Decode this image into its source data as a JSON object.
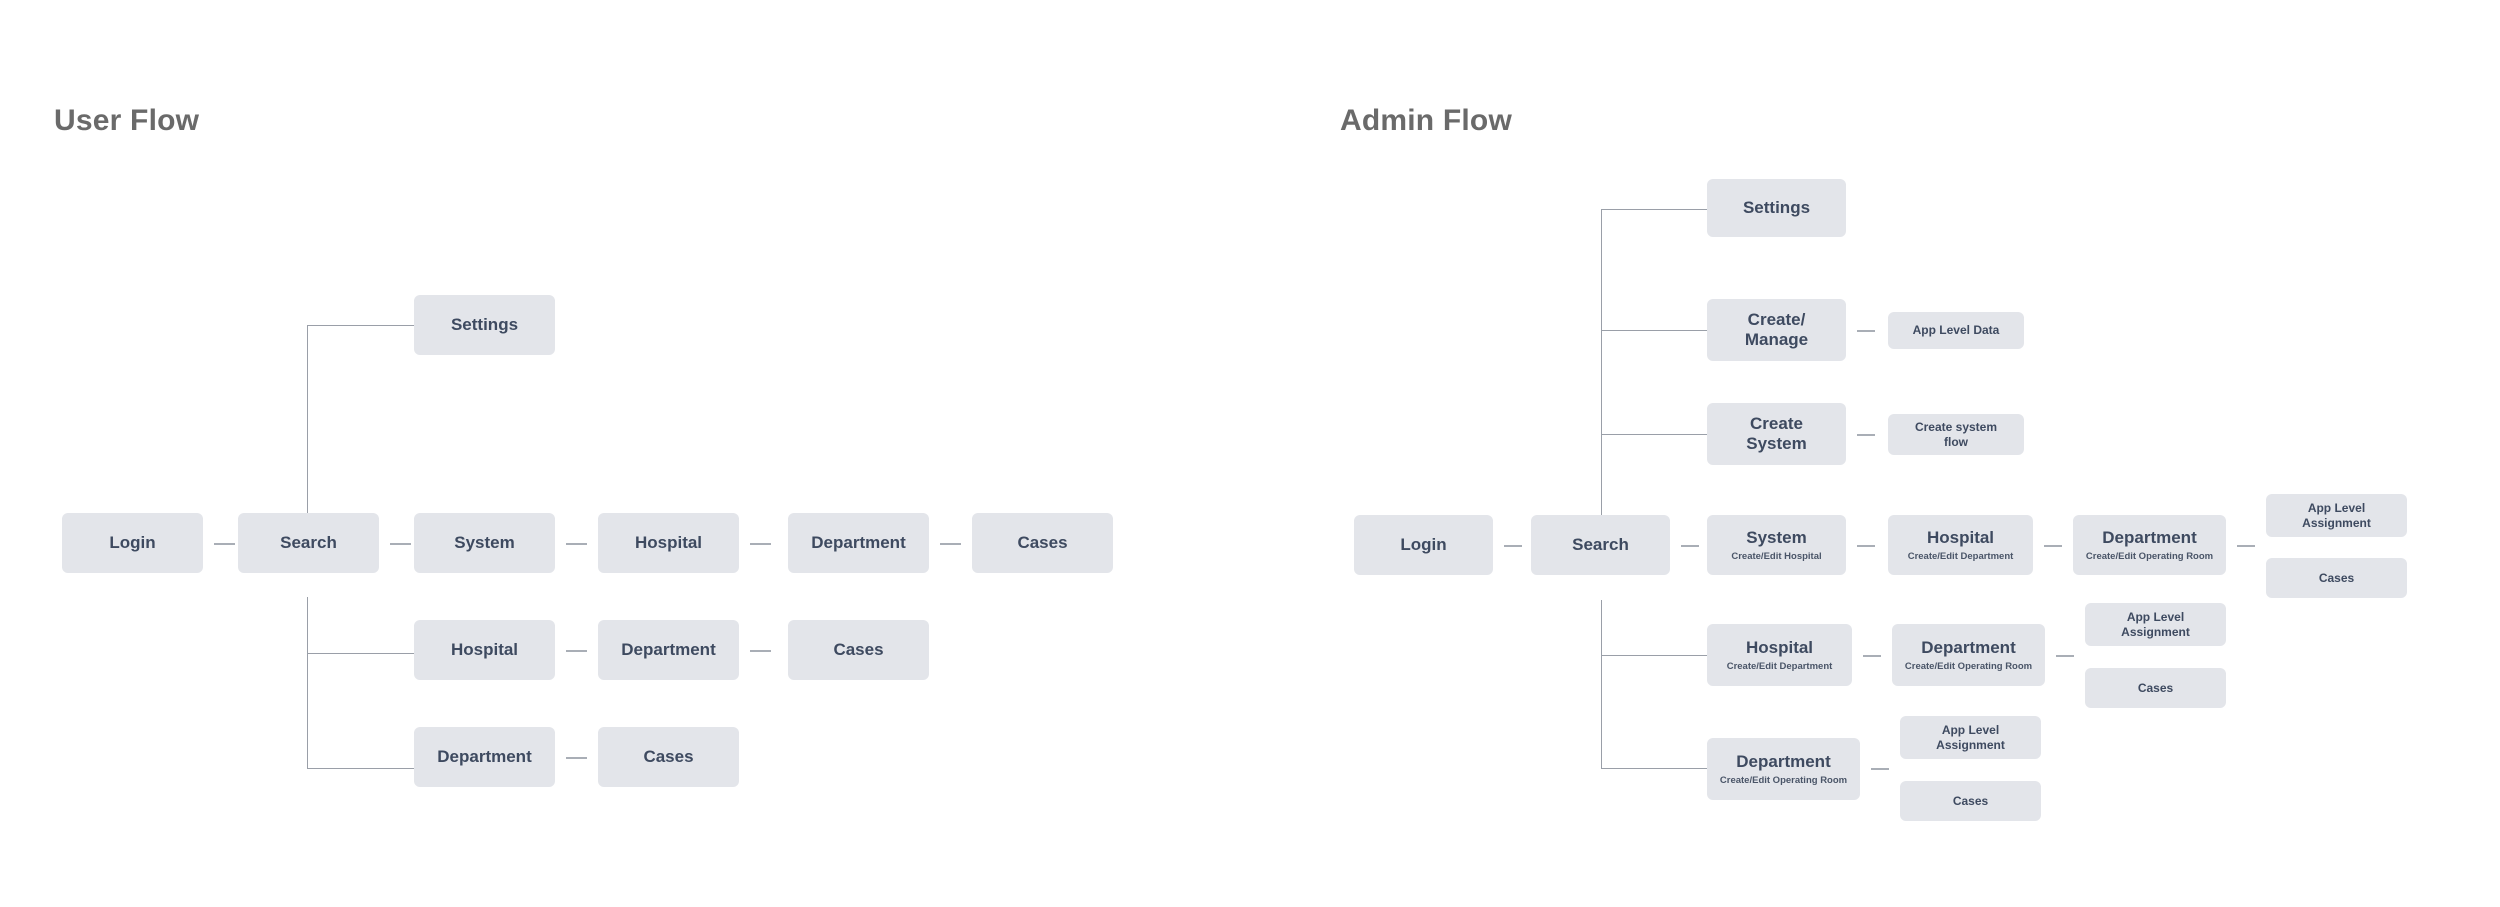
{
  "page": {
    "background": "#ffffff",
    "node_fill": "#e3e5ea",
    "node_text": "#3e4a60",
    "title_color": "#6a6a6a",
    "connector_color": "#9a9fa8"
  },
  "flows": [
    {
      "id": "user-flow",
      "title": "User Flow",
      "nodes": {
        "login": {
          "label": "Login"
        },
        "search": {
          "label": "Search"
        },
        "settings": {
          "label": "Settings"
        },
        "branch1_system": {
          "label": "System"
        },
        "branch1_hospital": {
          "label": "Hospital"
        },
        "branch1_department": {
          "label": "Department"
        },
        "branch1_cases": {
          "label": "Cases"
        },
        "branch2_hospital": {
          "label": "Hospital"
        },
        "branch2_department": {
          "label": "Department"
        },
        "branch2_cases": {
          "label": "Cases"
        },
        "branch3_department": {
          "label": "Department"
        },
        "branch3_cases": {
          "label": "Cases"
        }
      }
    },
    {
      "id": "admin-flow",
      "title": "Admin Flow",
      "nodes": {
        "settings": {
          "label": "Settings"
        },
        "create_manage": {
          "label": "Create/\nManage"
        },
        "app_level_data": {
          "label": "App Level Data"
        },
        "create_system": {
          "label": "Create\nSystem"
        },
        "create_system_flow": {
          "label": "Create system\nflow"
        },
        "login": {
          "label": "Login"
        },
        "search": {
          "label": "Search"
        },
        "row1_system": {
          "label": "System",
          "subtitle": "Create/Edit Hospital"
        },
        "row1_hospital": {
          "label": "Hospital",
          "subtitle": "Create/Edit Department"
        },
        "row1_department": {
          "label": "Department",
          "subtitle": "Create/Edit Operating Room"
        },
        "row1_app_level": {
          "label": "App Level\nAssignment"
        },
        "row1_cases": {
          "label": "Cases"
        },
        "row2_hospital": {
          "label": "Hospital",
          "subtitle": "Create/Edit Department"
        },
        "row2_department": {
          "label": "Department",
          "subtitle": "Create/Edit Operating Room"
        },
        "row2_app_level": {
          "label": "App Level\nAssignment"
        },
        "row2_cases": {
          "label": "Cases"
        },
        "row3_department": {
          "label": "Department",
          "subtitle": "Create/Edit Operating Room"
        },
        "row3_app_level": {
          "label": "App Level\nAssignment"
        },
        "row3_cases": {
          "label": "Cases"
        }
      }
    }
  ]
}
